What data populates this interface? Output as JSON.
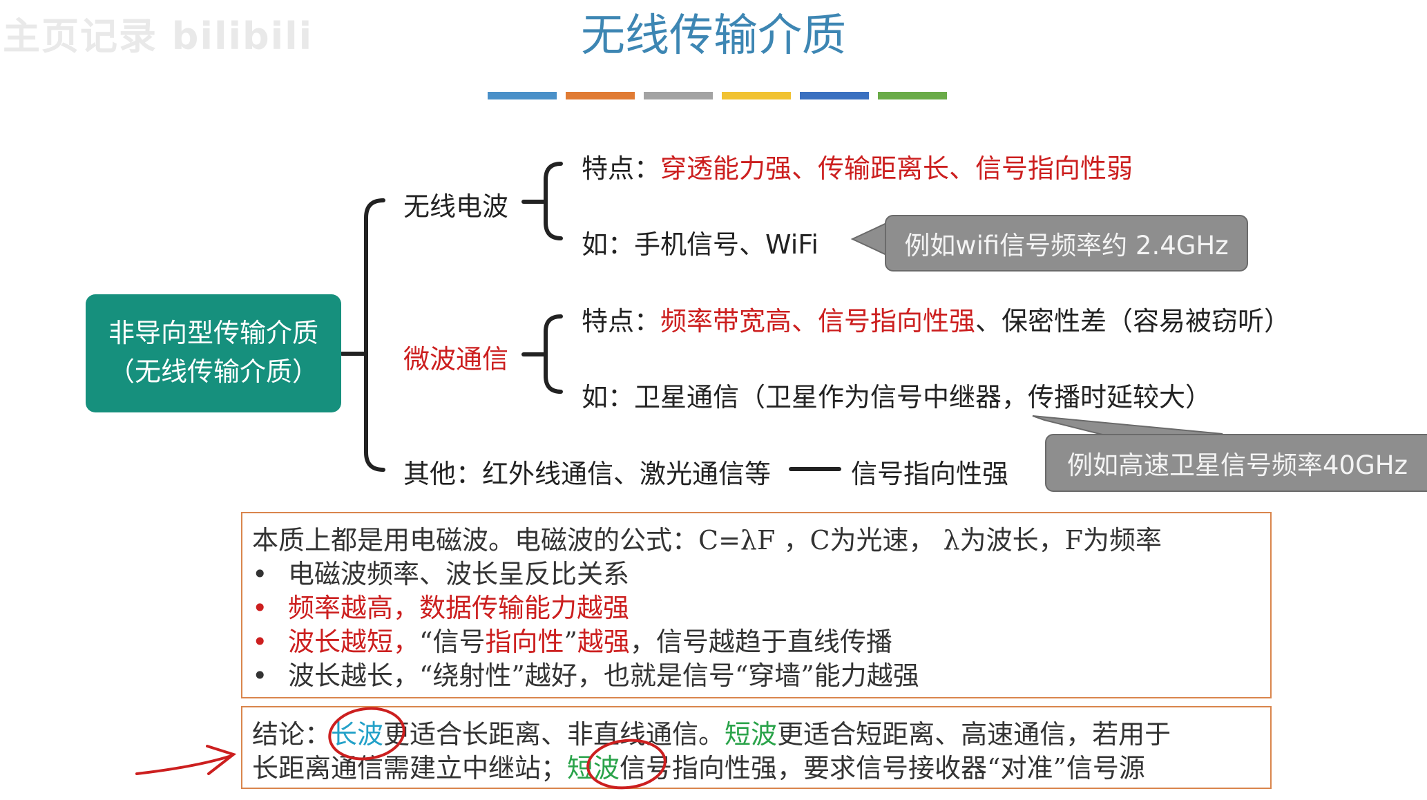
{
  "watermark": "主页记录 bilibili",
  "title": "无线传输介质",
  "title_rule_colors": [
    "#4a90c8",
    "#e07b34",
    "#a3a3a3",
    "#f1c232",
    "#3a70c0",
    "#6aab48"
  ],
  "root": {
    "line1": "非导向型传输介质",
    "line2": "（无线传输介质）"
  },
  "branches": {
    "radio": {
      "label": "无线电波",
      "feature_prefix": "特点：",
      "feature_text": "穿透能力强、传输距离长、信号指向性弱",
      "example": "如：手机信号、WiFi"
    },
    "microwave": {
      "label": "微波通信",
      "feature_prefix": "特点：",
      "feature_red": "频率带宽高、信号指向性强",
      "feature_black": "、保密性差（容易被窃听）",
      "example": "如：卫星通信（卫星作为信号中继器，传播时延较大）"
    },
    "other": {
      "label": "其他：红外线通信、激光通信等",
      "result": "信号指向性强"
    }
  },
  "callouts": {
    "wifi": "例如wifi信号频率约 2.4GHz",
    "satellite": "例如高速卫星信号频率40GHz"
  },
  "essence_box": {
    "line1": "本质上都是用电磁波。电磁波的公式：C=λF ，C为光速， λ为波长，F为频率",
    "bullets": [
      {
        "text": "电磁波频率、波长呈反比关系",
        "color": "#333333"
      },
      {
        "text": "频率越高，数据传输能力越强",
        "color": "#cc1f1f"
      },
      {
        "parts": [
          {
            "text": "波长越短，",
            "color": "#cc1f1f"
          },
          {
            "text": "“信号",
            "color": "#333333"
          },
          {
            "text": "指向性",
            "color": "#cc1f1f"
          },
          {
            "text": "”",
            "color": "#333333"
          },
          {
            "text": "越强",
            "color": "#cc1f1f"
          },
          {
            "text": "，信号越趋于直线传播",
            "color": "#333333"
          }
        ]
      },
      {
        "text": "波长越长，“绕射性”越好，也就是信号“穿墙”能力越强",
        "color": "#333333"
      }
    ]
  },
  "conclusion_box": {
    "prefix": "结论：",
    "long_wave": "长波",
    "part1": "更适合长距离、非直线通信。",
    "short_wave": "短波",
    "part2": "更适合短距离、高速通信，若用于",
    "line2_a": "长距离通信需建立中继站；",
    "line2_short": "短波",
    "line2_b": "信号指向性强，要求信号接收器“对准”信号源"
  },
  "colors": {
    "title": "#3d86b3",
    "root_bg": "#16907d",
    "red": "#cc1f1f",
    "box_border": "#d9854c",
    "callout_bg": "#8e8e8e",
    "annotation": "#cc1f1f"
  },
  "icons": [
    "hand-drawn-arrow-icon",
    "hand-drawn-circle-icon"
  ]
}
